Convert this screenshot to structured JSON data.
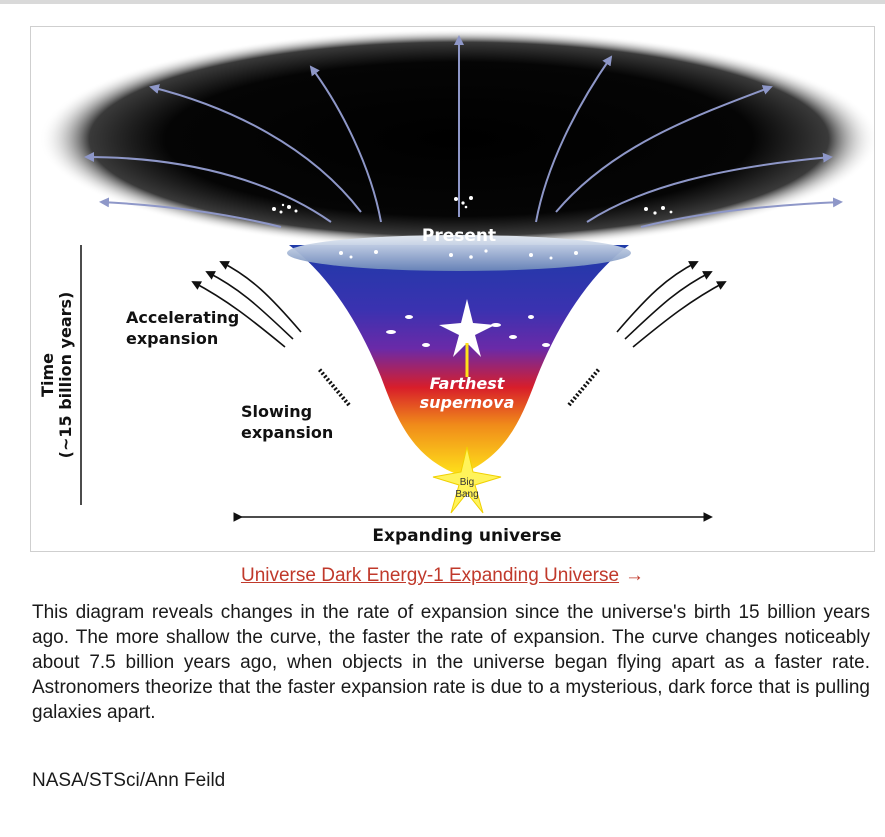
{
  "diagram": {
    "labels": {
      "present": "Present",
      "accelerating": [
        "Accelerating",
        "expansion"
      ],
      "slowing": [
        "Slowing",
        "expansion"
      ],
      "farthest": [
        "Farthest",
        "supernova"
      ],
      "big_bang": [
        "Big",
        "Bang"
      ],
      "time_axis": [
        "Time",
        "(~15 billion years)"
      ],
      "expanding": "Expanding universe"
    },
    "colors": {
      "arrow": "#8e97c8",
      "cone_top": "#1e3aa8",
      "cone_mid": "#6a2aa8",
      "cone_red": "#d81e2a",
      "cone_orange": "#f08a1a",
      "cone_yellow": "#ffe21a"
    }
  },
  "caption": {
    "link_text": "Universe Dark Energy-1 Expanding Universe",
    "arrow": "→"
  },
  "description": "This diagram reveals changes in the rate of expansion since the universe's birth 15 billion years ago. The more shallow the curve, the faster the rate of expansion. The curve changes noticeably about 7.5 billion years ago, when objects in the universe began flying apart as a faster rate. Astronomers theorize that the faster expansion rate is due to a mysterious, dark force that is pulling galaxies apart.",
  "credit": "NASA/STSci/Ann Feild"
}
